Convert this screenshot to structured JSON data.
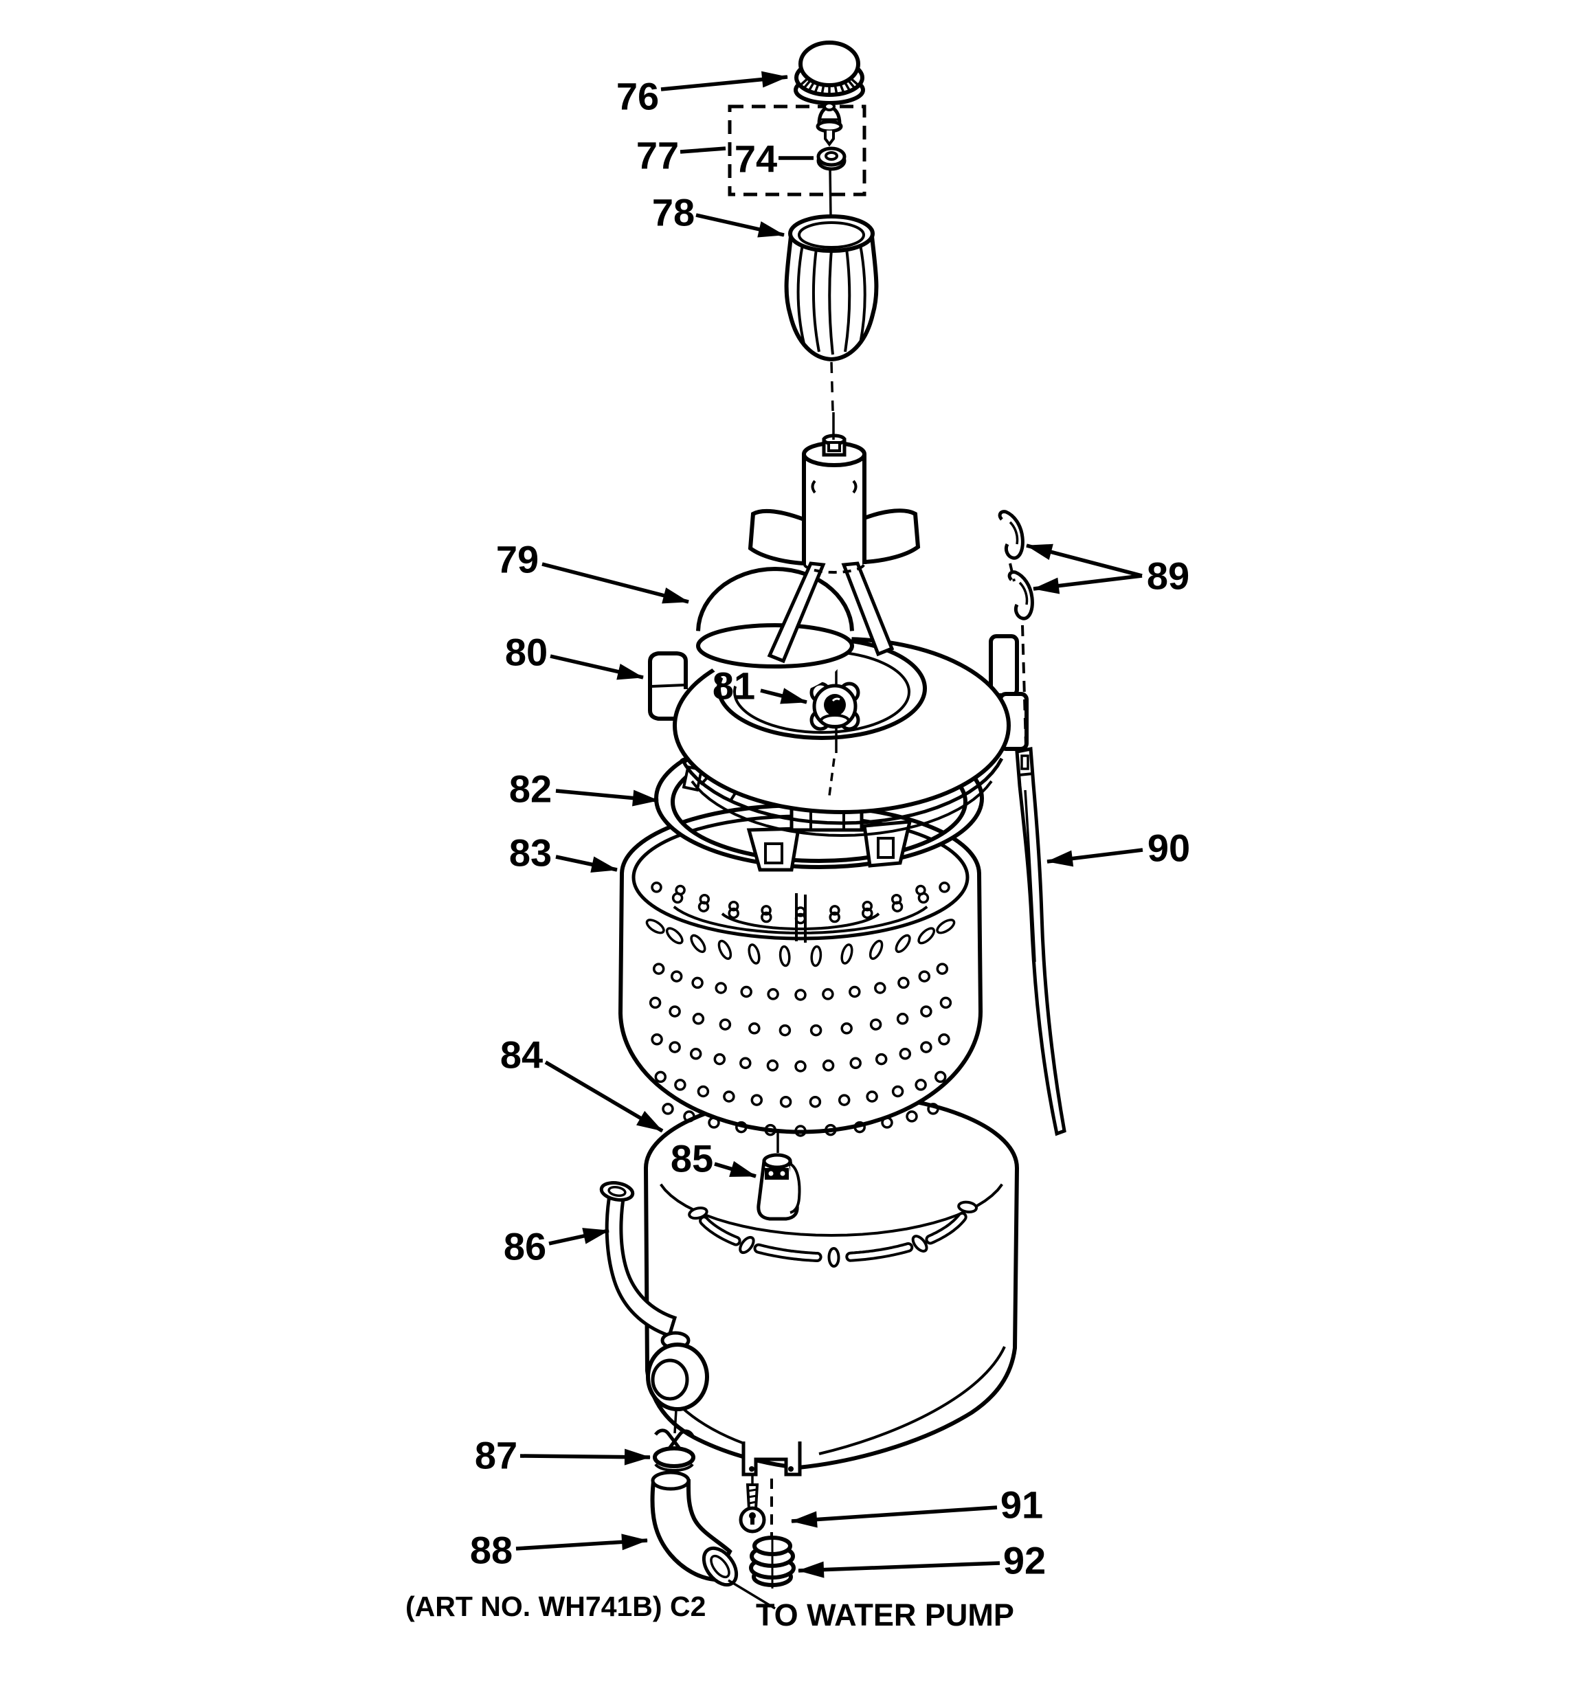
{
  "figure": {
    "art_number": "(ART NO. WH741B) C2",
    "water_pump_note": "TO WATER PUMP",
    "callout_labels": [
      "76",
      "77",
      "74",
      "78",
      "79",
      "80",
      "81",
      "82",
      "83",
      "84",
      "85",
      "86",
      "87",
      "88",
      "89",
      "90",
      "91",
      "92"
    ]
  },
  "colors": {
    "ink": "#000000",
    "paper": "#ffffff"
  }
}
